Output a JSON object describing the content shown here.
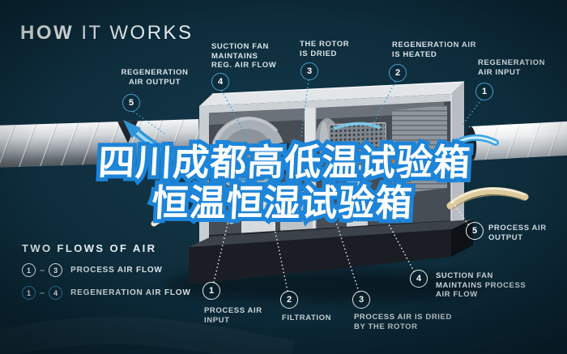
{
  "title": {
    "word1": "HOW",
    "word2": " IT WORKS"
  },
  "overlay": {
    "line1": "四川成都高低温试验箱",
    "line2": "恒温恒湿试验箱"
  },
  "callouts": {
    "regeneration_flow": [
      {
        "num": "1",
        "label": "REGENERATION\nAIR INPUT"
      },
      {
        "num": "2",
        "label": "REGENERATION AIR\nIS HEATED"
      },
      {
        "num": "3",
        "label": "THE ROTOR\nIS DRIED"
      },
      {
        "num": "4",
        "label": "SUCTION FAN\nMAINTAINS\nREG. AIR FLOW"
      },
      {
        "num": "5",
        "label": "REGENERATION\nAIR OUTPUT"
      }
    ],
    "process_flow": [
      {
        "num": "1",
        "label": "PROCESS AIR\nINPUT"
      },
      {
        "num": "2",
        "label": "FILTRATION"
      },
      {
        "num": "3",
        "label": "PROCESS AIR IS DRIED\nBY THE ROTOR"
      },
      {
        "num": "4",
        "label": "SUCTION FAN\nMAINTAINS PROCESS\nAIR FLOW"
      },
      {
        "num": "5",
        "label": "PROCESS AIR\nOUTPUT"
      }
    ]
  },
  "legend": {
    "title": "TWO FLOWS OF AIR",
    "separator": "–",
    "rows": [
      {
        "from": "1",
        "to": "3",
        "label": "PROCESS AIR FLOW"
      },
      {
        "from": "1",
        "to": "4",
        "label": "REGENERATION AIR FLOW"
      }
    ]
  },
  "colors": {
    "background": "#0b2a38",
    "callout_blue": "#4aa0cc",
    "callout_white": "#eef3f5",
    "arrow_blue": "#2f95da",
    "heater_orange": "#e0761d",
    "overlay_text_fill": "#ffffff",
    "overlay_text_stroke": "#1d84d8",
    "label_text": "#d9e3e8"
  }
}
